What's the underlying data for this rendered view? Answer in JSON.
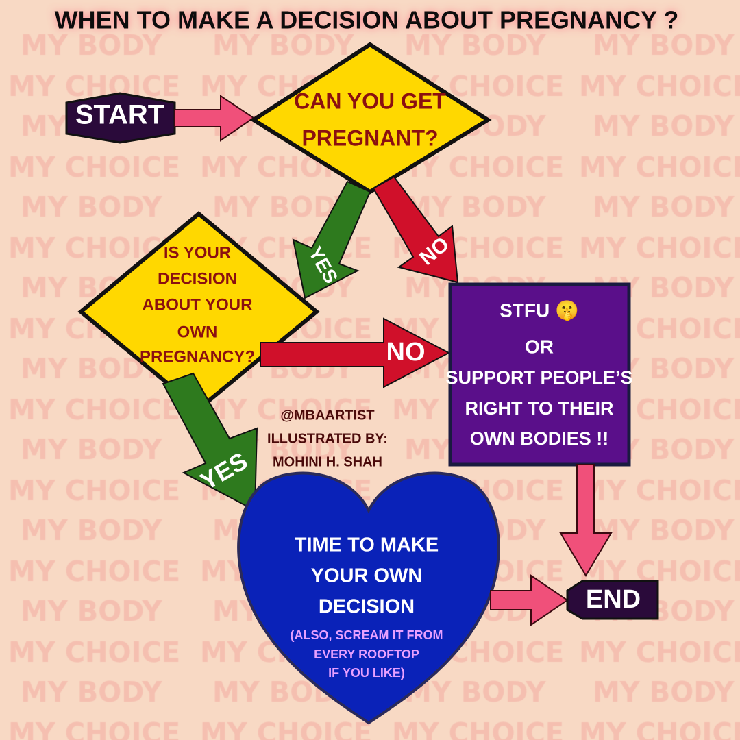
{
  "title": "WHEN TO MAKE A DECISION ABOUT PREGNANCY ?",
  "watermark": {
    "line1": "MY BODY",
    "line2": "MY CHOICE"
  },
  "colors": {
    "background": "#f8d9c4",
    "diamond": "#ffd800",
    "diamond_text": "#8b1010",
    "purple_box": "#5a0f8a",
    "heart": "#0a22b8",
    "yes_arrow": "#2e7a1e",
    "no_arrow": "#d0102a",
    "flow_arrow": "#f0507a",
    "terminal": "#2a0a3a"
  },
  "nodes": {
    "start": "START",
    "question1": [
      "CAN YOU GET",
      "PREGNANT?"
    ],
    "question2": [
      "IS YOUR",
      "DECISION",
      "ABOUT YOUR",
      "OWN",
      "PREGNANCY?"
    ],
    "stfu": {
      "line1": "STFU 🤫",
      "line2": "OR",
      "line3": "SUPPORT PEOPLE’S",
      "line4": "RIGHT TO THEIR",
      "line5": "OWN BODIES !!"
    },
    "decision": {
      "lines": [
        "TIME TO MAKE",
        "YOUR OWN",
        "DECISION"
      ],
      "note": [
        "(ALSO, SCREAM IT FROM",
        "EVERY ROOFTOP",
        "IF YOU LIKE)"
      ]
    },
    "end": "END"
  },
  "edges": {
    "yes1": "YES",
    "no1": "NO",
    "no2": "NO",
    "yes2": "YES"
  },
  "credit": [
    "@MBAARTIST",
    "ILLUSTRATED BY:",
    "MOHINI H. SHAH"
  ]
}
